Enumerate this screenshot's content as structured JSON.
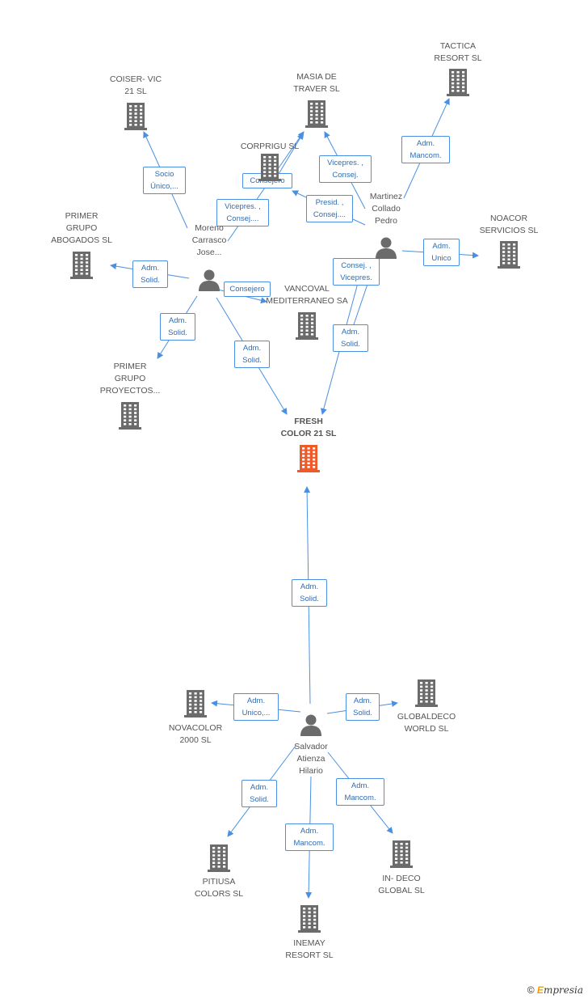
{
  "diagram": {
    "nodes": [
      {
        "id": "tactica",
        "type": "company",
        "label": "TACTICA\nRESORT SL"
      },
      {
        "id": "masia",
        "type": "company",
        "label": "MASIA DE\nTRAVER SL"
      },
      {
        "id": "coiser",
        "type": "company",
        "label": "COISER- VIC\n21 SL"
      },
      {
        "id": "corprigu",
        "type": "company",
        "label": "CORPRIGU SL"
      },
      {
        "id": "primer_abogados",
        "type": "company",
        "label": "PRIMER\nGRUPO\nABOGADOS SL"
      },
      {
        "id": "noacor",
        "type": "company",
        "label": "NOACOR\nSERVICIOS SL"
      },
      {
        "id": "vancoval",
        "type": "company",
        "label": "VANCOVAL\nMEDITERRANEO SA"
      },
      {
        "id": "primer_proyectos",
        "type": "company",
        "label": "PRIMER\nGRUPO\nPROYECTOS..."
      },
      {
        "id": "fresh",
        "type": "company",
        "focus": true,
        "label": "FRESH\nCOLOR 21 SL"
      },
      {
        "id": "novacolor",
        "type": "company",
        "label": "NOVACOLOR\n2000 SL"
      },
      {
        "id": "globaldeco",
        "type": "company",
        "label": "GLOBALDECO\nWORLD  SL"
      },
      {
        "id": "pitiusa",
        "type": "company",
        "label": "PITIUSA\nCOLORS SL"
      },
      {
        "id": "indeco",
        "type": "company",
        "label": "IN- DECO\nGLOBAL SL"
      },
      {
        "id": "inemay",
        "type": "company",
        "label": "INEMAY\nRESORT SL"
      },
      {
        "id": "moreno",
        "type": "person",
        "label": "Moreno\nCarrasco\nJose..."
      },
      {
        "id": "martinez",
        "type": "person",
        "label": "Martinez\nCollado\nPedro"
      },
      {
        "id": "salvador",
        "type": "person",
        "label": "Salvador\nAtienza\nHilario"
      }
    ],
    "edges": [
      {
        "from": "moreno",
        "to": "coiser",
        "label": "Socio\nÚnico,..."
      },
      {
        "from": "moreno",
        "to": "masia",
        "label": "Vicepres. ,\nConsej...."
      },
      {
        "from": "moreno",
        "to": "primer_abogados",
        "label": "Adm.\nSolid."
      },
      {
        "from": "moreno",
        "to": "vancoval",
        "label": "Consejero"
      },
      {
        "from": "moreno",
        "to": "primer_proyectos",
        "label": "Adm.\nSolid."
      },
      {
        "from": "moreno",
        "to": "fresh",
        "label": "Adm.\nSolid."
      },
      {
        "from": "martinez",
        "to": "tactica",
        "label": "Adm.\nMancom."
      },
      {
        "from": "martinez",
        "to": "masia",
        "label": "Vicepres. ,\nConsej."
      },
      {
        "from": "martinez",
        "to": "corprigu",
        "label": "Presid. ,\nConsej...."
      },
      {
        "from": "martinez",
        "to": "noacor",
        "label": "Adm.\nUnico"
      },
      {
        "from": "martinez",
        "to": "vancoval",
        "label": "Consej. ,\nVicepres."
      },
      {
        "from": "martinez",
        "to": "fresh",
        "label": "Adm.\nSolid."
      },
      {
        "from": "corprigu_link",
        "to": "masia",
        "label": "Consejero"
      },
      {
        "from": "salvador",
        "to": "fresh",
        "label": "Adm.\nSolid."
      },
      {
        "from": "salvador",
        "to": "novacolor",
        "label": "Adm.\nUnico,..."
      },
      {
        "from": "salvador",
        "to": "globaldeco",
        "label": "Adm.\nSolid."
      },
      {
        "from": "salvador",
        "to": "pitiusa",
        "label": "Adm.\nSolid."
      },
      {
        "from": "salvador",
        "to": "inemay",
        "label": "Adm.\nMancom."
      },
      {
        "from": "salvador",
        "to": "indeco",
        "label": "Adm.\nMancom."
      }
    ]
  },
  "colors": {
    "company_icon": "#6b6b6b",
    "focus_icon": "#f05a28",
    "person_icon": "#6b6b6b",
    "edge": "#4a90e2",
    "label_border": "#4a90e2",
    "label_text": "#2e6db4"
  },
  "footer": {
    "copyright_symbol": "©",
    "brand_first": "E",
    "brand_rest": "mpresia"
  }
}
